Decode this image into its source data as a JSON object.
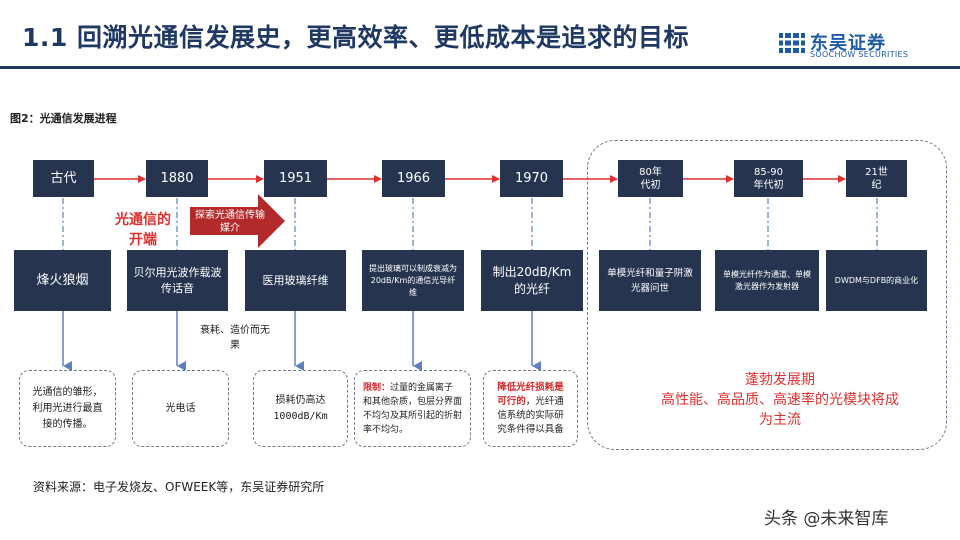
{
  "header": {
    "title": "1.1 回溯光通信发展史，更高效率、更低成本是追求的目标"
  },
  "logo": {
    "cn": "东吴证券",
    "en": "SOOCHOW SECURITIES",
    "colors": {
      "primary": "#1f5aa6"
    }
  },
  "figure": {
    "caption": "图2：光通信发展进程"
  },
  "eras": [
    {
      "label": "古代"
    },
    {
      "label": "1880"
    },
    {
      "label": "1951"
    },
    {
      "label": "1966"
    },
    {
      "label": "1970"
    },
    {
      "label_line1": "80年",
      "label_line2": "代初"
    },
    {
      "label_line1": "85-90",
      "label_line2": "年代初"
    },
    {
      "label_line1": "21世",
      "label_line2": "纪"
    }
  ],
  "events": [
    {
      "text": "烽火狼烟"
    },
    {
      "text": "贝尔用光波作载波传话音"
    },
    {
      "text": "医用玻璃纤维"
    },
    {
      "text": "提出玻璃可以制成衰减为20dB/Km的通信光导纤维"
    },
    {
      "text": "制出20dB/Km的光纤"
    },
    {
      "text": "单模光纤和量子阱激光器问世"
    },
    {
      "text": "单模光纤作为通道、单模激光器作为发射器"
    },
    {
      "text": "DWDM与DFB的商业化"
    }
  ],
  "notes": [
    {
      "text": "光通信的雏形，利用光进行最直接的传播。"
    },
    {
      "text": "光电话"
    },
    {
      "text": "损耗仍高达1000dB/Km"
    },
    {
      "red": "限制：",
      "text": "过量的金属离子和其他杂质，包层分界面不均匀及其所引起的折射率不均匀。"
    },
    {
      "red": "降低光纤损耗是可行的",
      "text": "，光纤通信系统的实际研究条件得以具备"
    }
  ],
  "annotations": {
    "start_label": "光通信的开端",
    "explore_label": "探索光通信传输媒介",
    "drawback": "衰耗、造价而无果"
  },
  "group": {
    "title": "蓬勃发展期",
    "subtitle": "高性能、高品质、高速率的光模块将成为主流"
  },
  "source": "资料来源：电子发烧友、OFWEEK等，东吴证券研究所",
  "watermark": "头条 @未来智库",
  "colors": {
    "box": "#26344f",
    "accent_red": "#e03030",
    "title": "#1f3864",
    "connector": "#5b7fc0"
  }
}
